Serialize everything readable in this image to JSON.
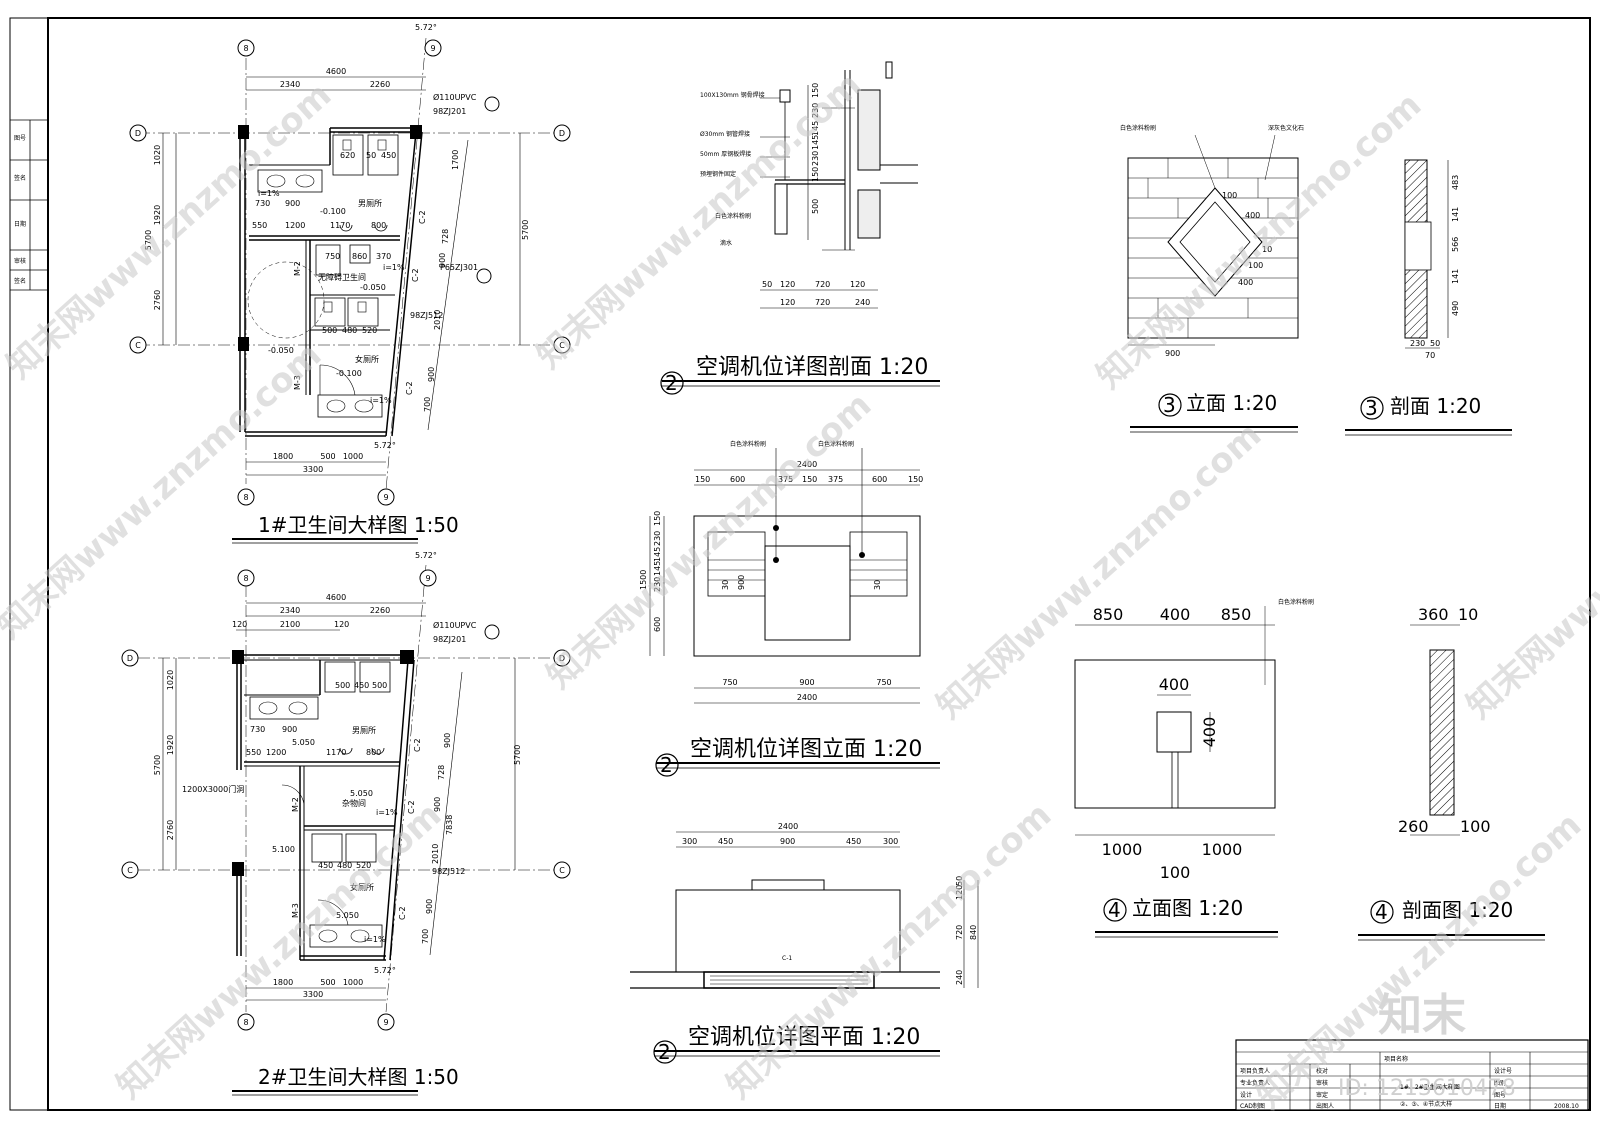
{
  "plans": {
    "plan1": {
      "title": "1#卫生间大样图 1:50",
      "grid": {
        "g8": "8",
        "g9": "9",
        "gD": "D",
        "gC": "C"
      },
      "dims_top": {
        "total": "4600",
        "a": "2340",
        "b": "2260"
      },
      "dims_left": {
        "a": "1020",
        "b": "1920",
        "c": "2760",
        "total": "5700"
      },
      "dims_bottom": {
        "a": "1800",
        "b": "500",
        "c": "1000",
        "total": "3300"
      },
      "dims_right": {
        "a": "1700",
        "b": "728",
        "c": "900",
        "d": "2010",
        "e": "900",
        "f": "700",
        "total": "5700"
      },
      "dims_inner": {
        "d1": "620",
        "d2": "50",
        "d3": "450",
        "d4": "730",
        "d5": "900",
        "d6": "550",
        "d7": "1200",
        "d8": "1170",
        "d9": "800",
        "d10": "750",
        "d11": "860",
        "d12": "370",
        "d13": "500",
        "d14": "480",
        "d15": "520"
      },
      "angle": "5.72°",
      "pipe": "Ø110UPVC",
      "refs": {
        "r1": "98ZJ201",
        "r2": "P65ZJ301",
        "r3": "98ZJ512"
      },
      "slopes": {
        "s1": "i=1%",
        "s2": "i=1%",
        "s3": "i=1%"
      },
      "levels": {
        "l1": "-0.100",
        "l2": "-0.050",
        "l3": "-0.050",
        "l4": "-0.100"
      },
      "rooms": {
        "men": "男厕所",
        "women": "女厕所",
        "accessible": "无障碍卫生间"
      },
      "doors": {
        "m2": "M-2",
        "m3": "M-3",
        "c2a": "C-2",
        "c2b": "C-2",
        "c2c": "C-2"
      }
    },
    "plan2": {
      "title": "2#卫生间大样图 1:50",
      "grid": {
        "g8": "8",
        "g9": "9",
        "gD": "D",
        "gC": "C"
      },
      "dims_top": {
        "total": "4600",
        "a": "2340",
        "b": "2260",
        "c": "120",
        "d": "2100",
        "e": "120"
      },
      "dims_left": {
        "a": "1020",
        "b": "1920",
        "c": "2760",
        "total": "5700"
      },
      "dims_bottom": {
        "a": "1800",
        "b": "500",
        "c": "1000",
        "total": "3300"
      },
      "dims_right": {
        "a": "900",
        "b": "728",
        "c": "900",
        "d": "2010",
        "e": "900",
        "f": "700",
        "total": "7838"
      },
      "dims_inner": {
        "d1": "500",
        "d2": "450",
        "d3": "500",
        "d4": "730",
        "d5": "900",
        "d6": "550",
        "d7": "1200",
        "d8": "1170",
        "d9": "800",
        "d10": "450",
        "d11": "480",
        "d12": "520"
      },
      "angle": "5.72°",
      "pipe": "Ø110UPVC",
      "refs": {
        "r1": "98ZJ201",
        "r2": "98ZJ512"
      },
      "slopes": {
        "s1": "i=1%",
        "s2": "i=1%"
      },
      "levels": {
        "l1": "5.050",
        "l2": "5.050",
        "l3": "5.100",
        "l4": "5.050"
      },
      "rooms": {
        "men": "男厕所",
        "women": "女厕所",
        "storage": "杂物间"
      },
      "opening": "1200X3000门洞",
      "doors": {
        "m2": "M-2",
        "m3": "M-3",
        "c2a": "C-2",
        "c2b": "C-2",
        "c2c": "C-2"
      }
    }
  },
  "ac_section": {
    "num": "2",
    "title": "空调机位详图剖面  1:20",
    "labels": {
      "a": "100X130mm 钢骨焊接",
      "b": "Ø30mm 钢管焊接",
      "c": "50mm 厚钢板焊接",
      "d": "预埋钢件固定",
      "e": "白色涂料粉刷",
      "f": "滴水"
    },
    "dims_v": {
      "a": "150",
      "b": "230",
      "c": "145",
      "d": "145",
      "e": "230",
      "f": "150",
      "g": "500"
    },
    "dims_h": {
      "a": "50",
      "b": "120",
      "c": "720",
      "d": "120",
      "e": "120",
      "f": "720",
      "g": "240"
    }
  },
  "ac_elevation": {
    "num": "2",
    "title": "空调机位详图立面   1:20",
    "labels": {
      "a": "白色涂料粉刷",
      "b": "白色涂料粉刷"
    },
    "dims_top": {
      "total": "2400",
      "a": "150",
      "b": "600",
      "c": "375",
      "d": "150",
      "e": "375",
      "f": "600",
      "g": "150"
    },
    "dims_left": {
      "total": "1500",
      "a": "150",
      "b": "230",
      "c": "145",
      "d": "145",
      "e": "230",
      "f": "600"
    },
    "dims_bottom": {
      "a": "750",
      "b": "900",
      "c": "750",
      "total": "2400"
    },
    "inner": {
      "a": "30",
      "b": "900"
    }
  },
  "ac_plan": {
    "num": "2",
    "title": "空调机位详图平面   1:20",
    "dims_top": {
      "total": "2400",
      "a": "300",
      "b": "450",
      "c": "900",
      "d": "450",
      "e": "300"
    },
    "dims_right": {
      "a": "50",
      "b": "120",
      "c": "720",
      "d": "840",
      "e": "240"
    },
    "label": "C-1"
  },
  "detail3": {
    "elev_num": "3",
    "elev_title": "立面  1:20",
    "sect_num": "3",
    "sect_title": "剖面  1:20",
    "labels": {
      "a": "白色涂料粉刷",
      "b": "深灰色文化石"
    },
    "dims": {
      "a": "400",
      "b": "400",
      "c": "100",
      "d": "100",
      "e": "10",
      "f": "900"
    },
    "sect_dims": {
      "a": "483",
      "b": "141",
      "c": "566",
      "d": "141",
      "e": "490",
      "f": "230",
      "g": "50",
      "h": "70"
    }
  },
  "detail4": {
    "elev_num": "4",
    "elev_title": "立面图  1:20",
    "sect_num": "4",
    "sect_title": "剖面图  1:20",
    "label": "白色涂料粉刷",
    "dims_top": {
      "a": "850",
      "b": "400",
      "c": "850"
    },
    "dims_inner": {
      "a": "400",
      "b": "400"
    },
    "dims_bottom": {
      "a": "1000",
      "b": "1000",
      "c": "100"
    },
    "sect_dims": {
      "a": "360",
      "b": "10",
      "c": "260",
      "d": "100"
    }
  },
  "titleblock": {
    "r1": "项目名称",
    "drawing": "1#、2#卫生间大样图",
    "drawing2": "②、③、④节点大样",
    "cells": {
      "a": "项目负责人",
      "b": "校对",
      "c": "设计号",
      "d": "专业负责人",
      "e": "审核",
      "f": "图别",
      "g": "设计",
      "h": "审定",
      "i": "图号",
      "j": "CAD制图",
      "k": "出图人",
      "l": "日期",
      "m": "2008.10"
    }
  },
  "left_strip": {
    "a": "图号",
    "b": "签名",
    "c": "日期",
    "d": "审核",
    "e": "签名"
  },
  "watermark": {
    "text": "知末网www.znzmo.com",
    "logo": "知末",
    "id": "ID: 1213610478"
  }
}
